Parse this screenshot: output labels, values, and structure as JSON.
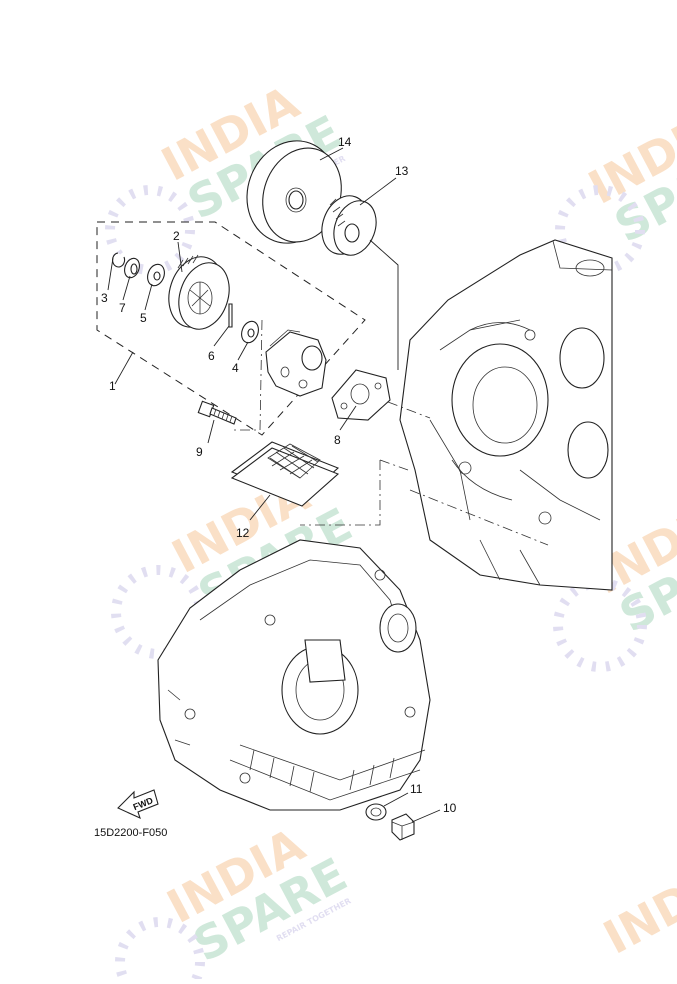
{
  "diagram": {
    "ref_code": "15D2200-F050",
    "fwd_label": "FWD",
    "callouts": [
      "1",
      "2",
      "3",
      "4",
      "5",
      "6",
      "7",
      "8",
      "9",
      "10",
      "11",
      "12",
      "13",
      "14"
    ]
  },
  "watermark": {
    "word1": "INDIA",
    "word2": "SPARE",
    "tagline": "REPAIR TOGETHER",
    "colors": {
      "orange": "#f6c79a",
      "green": "#a9d7bc",
      "purple": "#c9c4e6"
    }
  }
}
